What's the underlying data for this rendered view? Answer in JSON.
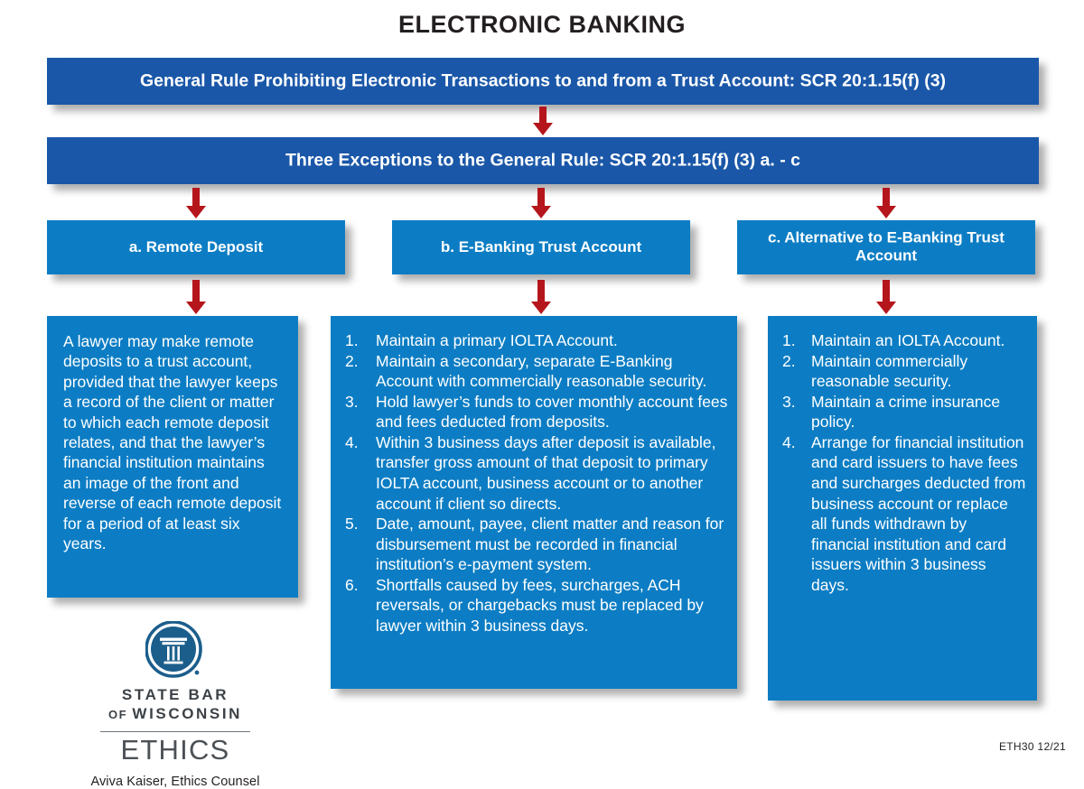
{
  "title": "ELECTRONIC BANKING",
  "colors": {
    "dark_blue": "#1a57a8",
    "light_blue": "#0c7dc4",
    "arrow_red": "#b5161c",
    "title_black": "#231f20",
    "logo_blue": "#1b5e8c",
    "logo_gray": "#4c5156"
  },
  "banners": {
    "general_rule": "General Rule Prohibiting Electronic Transactions to and from a Trust Account: SCR 20:1.15(f) (3)",
    "exceptions": "Three Exceptions to the General Rule: SCR 20:1.15(f) (3) a. - c"
  },
  "exceptions": [
    {
      "id": "a",
      "label": "a. Remote Deposit"
    },
    {
      "id": "b",
      "label": "b. E-Banking Trust Account"
    },
    {
      "id": "c",
      "label": "c. Alternative to E-Banking Trust Account"
    }
  ],
  "content": {
    "a": {
      "type": "paragraph",
      "text": "A lawyer may make remote deposits to a trust account, provided that the lawyer keeps a record of the client or matter to which each remote deposit relates, and that the lawyer’s financial institution maintains an image of the front and reverse of each remote deposit for a period of at least six years."
    },
    "b": {
      "type": "numbered-list",
      "items": [
        "Maintain a primary IOLTA Account.",
        "Maintain a secondary, separate E-Banking Account with commercially reasonable security.",
        "Hold lawyer’s funds to cover monthly account fees and fees deducted from deposits.",
        "Within 3 business days after deposit is available, transfer gross amount of that deposit to primary IOLTA account, business account or to another account if client so directs.",
        "Date, amount, payee, client matter and reason for disbursement must be recorded in financial institution’s e-payment system.",
        "Shortfalls caused by fees, surcharges, ACH reversals, or chargebacks must be replaced by lawyer within 3 business days."
      ]
    },
    "c": {
      "type": "numbered-list",
      "items": [
        "Maintain an IOLTA Account.",
        "Maintain commercially reasonable security.",
        "Maintain a crime insurance policy.",
        "Arrange for financial institution and card issuers to have fees and surcharges deducted from business account or replace all funds withdrawn by financial institution and card issuers within 3 business days."
      ]
    }
  },
  "logo": {
    "line1": "STATE BAR",
    "line2_prefix": "OF ",
    "line2": "WISCONSIN",
    "ethics": "ETHICS",
    "author": "Aviva Kaiser, Ethics Counsel"
  },
  "footer": {
    "code": "ETH30  12/21"
  }
}
